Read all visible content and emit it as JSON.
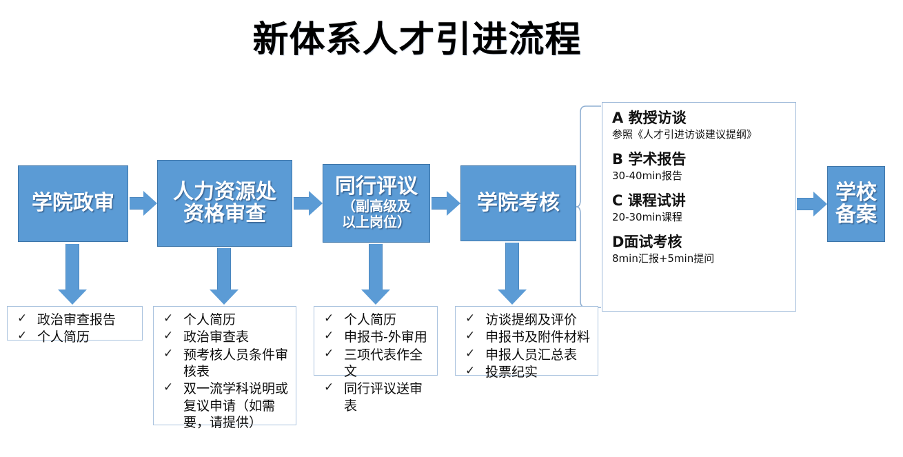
{
  "title": "新体系人才引进流程",
  "process": {
    "steps": [
      {
        "id": "step-1",
        "name": "学院政审",
        "lines": [
          "学院政审"
        ],
        "sub": ""
      },
      {
        "id": "step-2",
        "name": "人力资源处资格审查",
        "lines": [
          "人力资源处",
          "资格审查"
        ],
        "sub": ""
      },
      {
        "id": "step-3",
        "name": "同行评议",
        "lines": [
          "同行评议"
        ],
        "sub_lines": [
          "（副高级及",
          "以上岗位）"
        ]
      },
      {
        "id": "step-4",
        "name": "学院考核",
        "lines": [
          "学院考核"
        ],
        "sub": ""
      },
      {
        "id": "step-5",
        "name": "学校备案",
        "lines": [
          "学校",
          "备案"
        ],
        "sub": ""
      }
    ],
    "arrow_icon": "right-arrow-icon",
    "down_arrow_icon": "down-arrow-icon"
  },
  "detail_panel": {
    "items": [
      {
        "head": "A  教授访谈",
        "sub": "参照《人才引进访谈建议提纲》"
      },
      {
        "head": "B  学术报告",
        "sub": "30-40min报告"
      },
      {
        "head": "C  课程试讲",
        "sub": "20-30min课程"
      },
      {
        "head": "D面试考核",
        "sub": "8min汇报+5min提问"
      }
    ]
  },
  "checklists": [
    {
      "id": "checklist-1",
      "items": [
        "政治审查报告",
        "个人简历"
      ]
    },
    {
      "id": "checklist-2",
      "items": [
        "个人简历",
        "政治审查表",
        "预考核人员条件审核表",
        "双一流学科说明或复议申请（如需要，请提供）"
      ]
    },
    {
      "id": "checklist-3",
      "items": [
        "个人简历",
        "申报书-外审用",
        "三项代表作全文",
        "同行评议送审表"
      ]
    },
    {
      "id": "checklist-4",
      "items": [
        "访谈提纲及评价",
        "申报书及附件材料",
        "申报人员汇总表",
        "投票纪实"
      ]
    }
  ],
  "tick_glyph": "✓",
  "colors": {
    "box_fill": "#5B9BD5",
    "box_border": "#3C74A8",
    "panel_border": "#9DB9D9",
    "checklist_border": "#A9C2DE",
    "text_on_box": "#FFFFFF",
    "background": "#FFFFFF"
  }
}
